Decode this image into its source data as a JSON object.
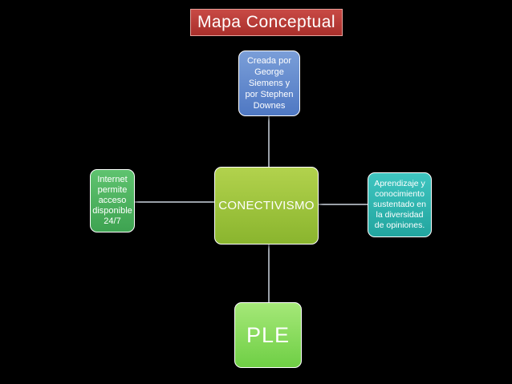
{
  "title": "Mapa Conceptual",
  "nodes": {
    "center": "CONECTIVISMO",
    "top": [
      "Creada por",
      "George",
      "Siemens y",
      "por Stephen",
      "Downes"
    ],
    "left": [
      "Internet",
      "permite",
      "acceso",
      "disponible",
      "24/7"
    ],
    "right": [
      "Aprendizaje y",
      "conocimiento",
      "sustentado en",
      "la diversidad",
      "de opiniones."
    ],
    "bottom": "PLE"
  },
  "colors": {
    "title": "#b53a35",
    "top": "#5b82c8",
    "left": "#4caf5b",
    "right": "#2fb3ad",
    "center": "#9cc13b",
    "bottom": "#88dd5c"
  }
}
